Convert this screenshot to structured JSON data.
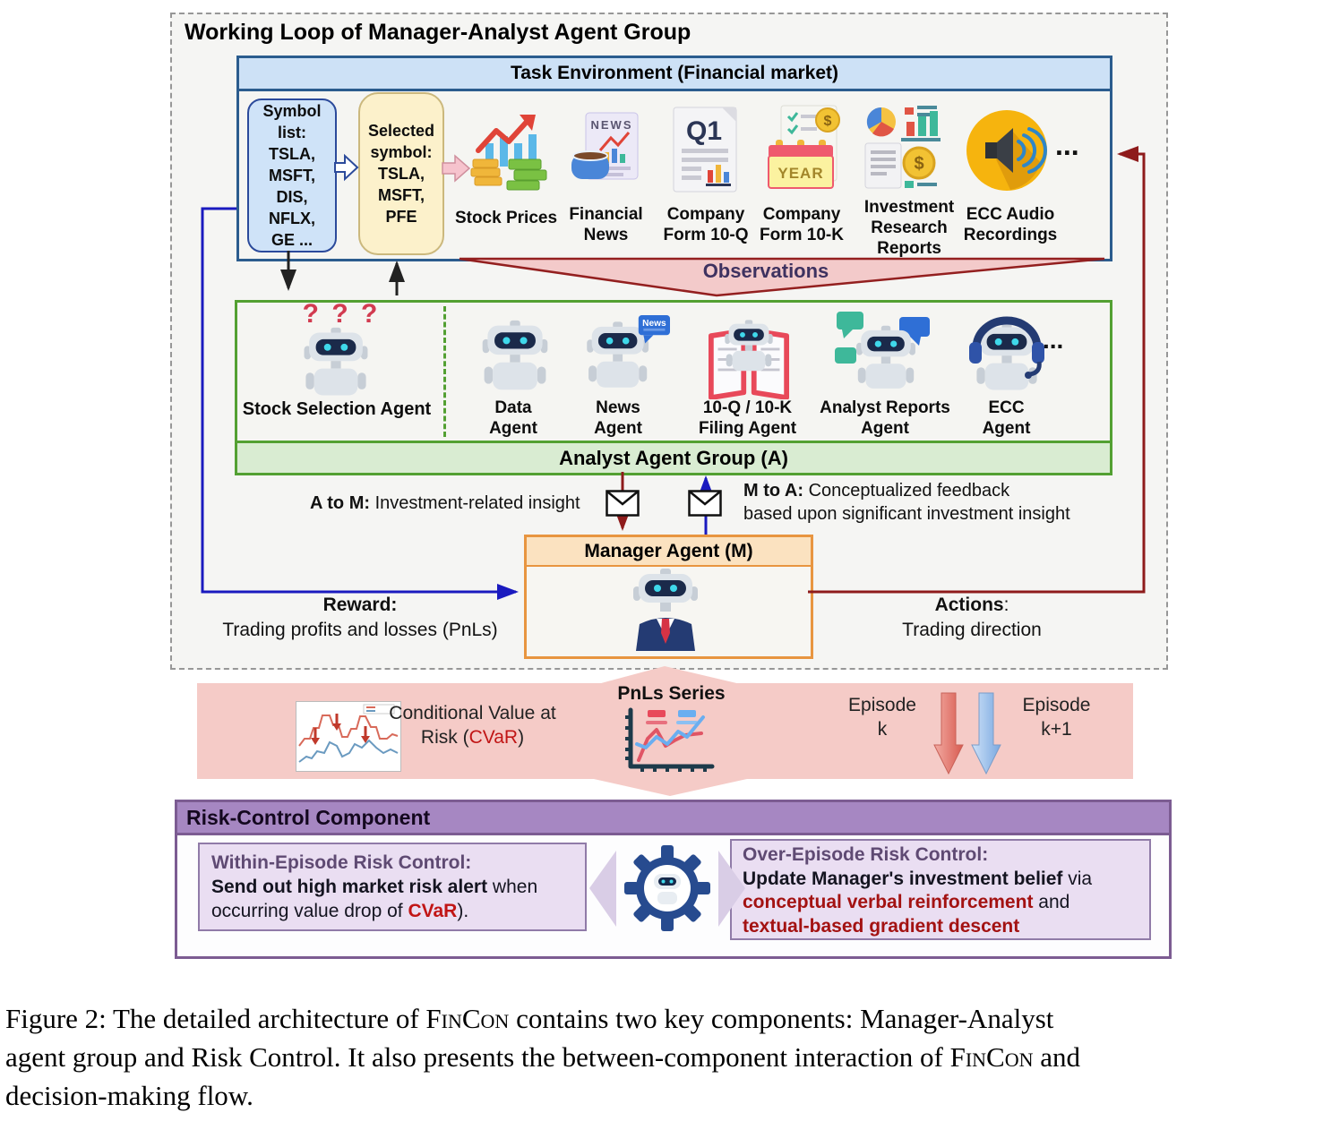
{
  "title": "Working Loop of Manager-Analyst Agent Group",
  "task_env": {
    "header": "Task Environment (Financial market)",
    "symbol_list": "Symbol\nlist:\nTSLA,\nMSFT,\nDIS,\nNFLX,\nGE ...",
    "selected_symbol": "Selected\nsymbol:\nTSLA,\nMSFT,\nPFE",
    "sources": [
      {
        "label": "Stock Prices",
        "icon": "stock-prices-icon"
      },
      {
        "label": "Financial\nNews",
        "icon": "financial-news-icon"
      },
      {
        "label": "Company\nForm 10-Q",
        "icon": "form-10q-icon"
      },
      {
        "label": "Company\nForm 10-K",
        "icon": "form-10k-icon"
      },
      {
        "label": "Investment\nResearch\nReports",
        "icon": "investment-research-icon"
      },
      {
        "label": "ECC Audio\nRecordings",
        "icon": "ecc-audio-icon"
      }
    ],
    "ellipsis": "...",
    "icon_texts": {
      "news": "NEWS",
      "q1": "Q1",
      "year": "YEAR",
      "dollar": "$"
    }
  },
  "observations_label": "Observations",
  "analyst_group": {
    "question_marks": "? ? ?",
    "stock_selection_label": "Stock Selection Agent",
    "agents": [
      {
        "label": "Data\nAgent"
      },
      {
        "label": "News\nAgent",
        "bubble": "News"
      },
      {
        "label": "10-Q / 10-K\nFiling Agent"
      },
      {
        "label": "Analyst Reports\nAgent"
      },
      {
        "label": "ECC\nAgent"
      }
    ],
    "ellipsis": "...",
    "banner": "Analyst Agent Group (A)"
  },
  "messages": {
    "a_to_m": [
      {
        "t": "A to M:",
        "c": "b"
      },
      {
        "t": " Investment-related  insight"
      }
    ],
    "m_to_a_line1": [
      {
        "t": "M to A:",
        "c": "b"
      },
      {
        "t": " Conceptualized feedback"
      }
    ],
    "m_to_a_line2": [
      {
        "t": "based upon significant investment insight"
      }
    ]
  },
  "manager": {
    "header": "Manager Agent (M)"
  },
  "reward": {
    "title": "Reward:",
    "desc": "Trading profits and losses (PnLs)"
  },
  "actions": {
    "title": [
      {
        "t": "Actions",
        "c": "b"
      },
      {
        "t": ":"
      }
    ],
    "desc": "Trading direction"
  },
  "pnl_band": {
    "cvar_line1": [
      {
        "t": "Conditional Value at"
      }
    ],
    "cvar_line2": [
      {
        "t": "Risk ("
      },
      {
        "t": "CVaR",
        "c": "redn"
      },
      {
        "t": ")"
      }
    ],
    "pnls_series": "PnLs Series",
    "episode_k": "Episode\nk",
    "episode_k1": "Episode\nk+1"
  },
  "risk_control": {
    "header": "Risk-Control Component",
    "within": {
      "title": "Within-Episode Risk Control:",
      "line2": [
        {
          "t": "Send out high market risk alert",
          "c": "b"
        },
        {
          "t": " when"
        }
      ],
      "line3": [
        {
          "t": "occurring value drop of "
        },
        {
          "t": "CVaR",
          "c": "red"
        },
        {
          "t": ")."
        }
      ]
    },
    "over": {
      "title": "Over-Episode Risk Control:",
      "line2": [
        {
          "t": "Update Manager's investment belief",
          "c": "b"
        },
        {
          "t": " via"
        }
      ],
      "line3": [
        {
          "t": "conceptual verbal reinforcement",
          "c": "dred"
        },
        {
          "t": " and"
        }
      ],
      "line4": [
        {
          "t": "textual-based gradient descent",
          "c": "dred"
        }
      ]
    }
  },
  "caption": {
    "line1": [
      {
        "t": "Figure 2: The detailed architecture of "
      },
      {
        "t": "FinCon",
        "c": "sc"
      },
      {
        "t": " contains two key components: Manager-Analyst"
      }
    ],
    "line2": [
      {
        "t": "agent group and Risk Control. It also presents the between-component interaction of "
      },
      {
        "t": "FinCon",
        "c": "sc"
      },
      {
        "t": " and"
      }
    ],
    "line3": [
      {
        "t": "decision-making flow."
      }
    ]
  },
  "colors": {
    "task_border": "#2b5c8e",
    "task_header_bg": "#cde1f6",
    "symbol_box_bg": "#cfe3f8",
    "selected_box_bg": "#fcf1cb",
    "analyst_border": "#53a032",
    "analyst_banner_bg": "#d9ecd2",
    "manager_border": "#e89540",
    "manager_header_bg": "#fbe2c0",
    "observation_pink": "#f3caca",
    "band_pink": "#f5cbc7",
    "risk_border": "#7c5c92",
    "risk_header_bg": "#a687c2",
    "risk_box_bg": "#eadef2",
    "arrow_red": "#8e1b1b",
    "arrow_blue": "#1a1abf",
    "text_red": "#c11515"
  }
}
